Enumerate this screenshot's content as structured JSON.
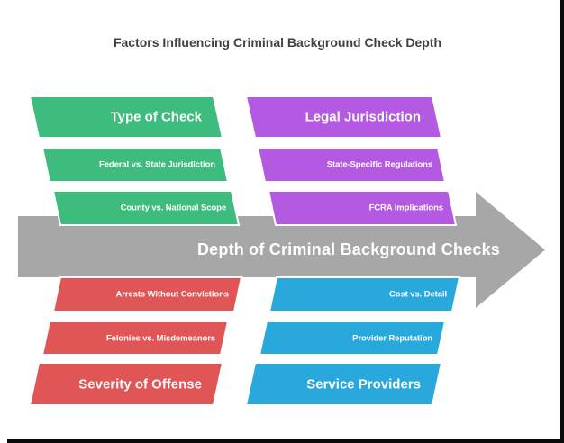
{
  "title": "Factors Influencing Criminal Background Check Depth",
  "arrow": {
    "label": "Depth of Criminal Background Checks",
    "color": "#A7A7A7"
  },
  "groups": [
    {
      "name": "Type of Check",
      "color": "#3EBC7E",
      "position": "top-left",
      "items": [
        "Federal vs. State Jurisdiction",
        "County vs. National Scope"
      ]
    },
    {
      "name": "Legal Jurisdiction",
      "color": "#B459E2",
      "position": "top-right",
      "items": [
        "State-Specific Regulations",
        "FCRA Implications"
      ]
    },
    {
      "name": "Severity of Offense",
      "color": "#E05555",
      "position": "bottom-left",
      "items": [
        "Arrests Without Convictions",
        "Felonies vs. Misdemeanors"
      ]
    },
    {
      "name": "Service Providers",
      "color": "#29A8DC",
      "position": "bottom-right",
      "items": [
        "Cost vs. Detail",
        "Provider Reputation"
      ]
    }
  ]
}
